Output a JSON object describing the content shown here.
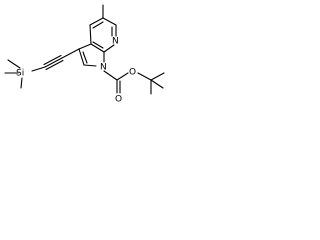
{
  "molecule": {
    "atoms": {
      "n_ring6": "N",
      "n_ring5": "N",
      "o_carbonyl": "O",
      "o_ester": "O",
      "si": "Si"
    }
  }
}
